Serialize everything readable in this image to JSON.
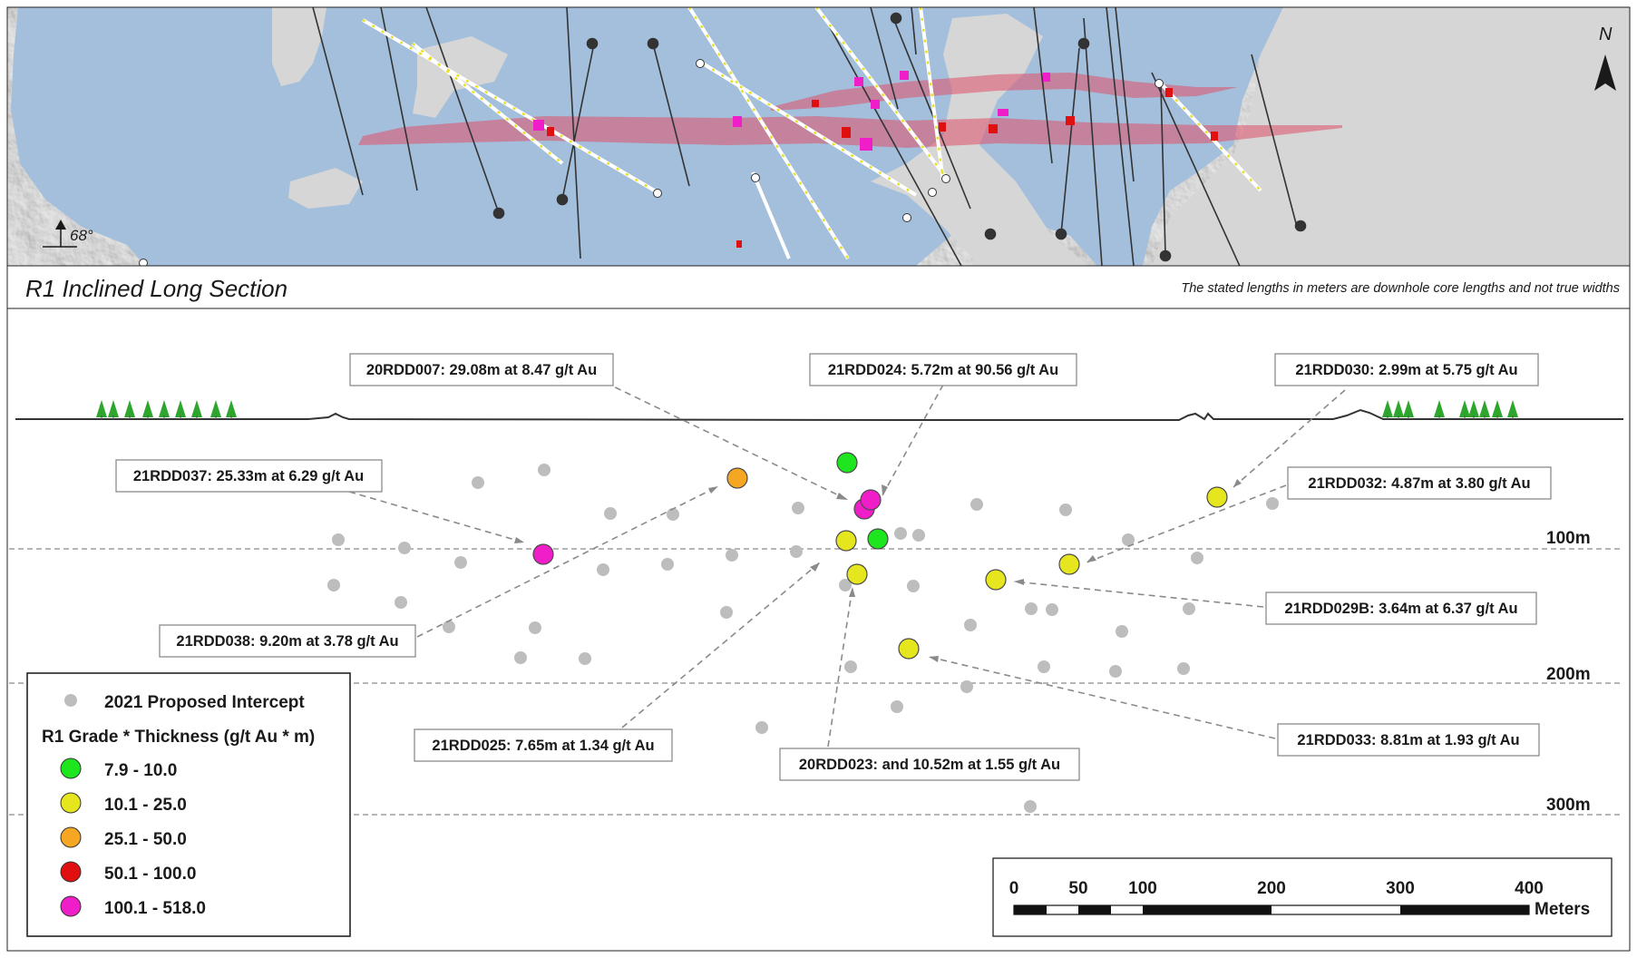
{
  "title": "R1 Inclined Long Section",
  "note": "The stated lengths in meters are downhole core lengths and not true widths",
  "plan_map": {
    "inclination_label": "68°",
    "north_label": "N"
  },
  "depth_levels": [
    {
      "label": "100m",
      "depth_m": 100
    },
    {
      "label": "200m",
      "depth_m": 200
    },
    {
      "label": "300m",
      "depth_m": 300
    }
  ],
  "legend": {
    "proposed_label": "2021 Proposed Intercept",
    "grade_title": "R1 Grade * Thickness (g/t Au * m)",
    "classes": [
      {
        "label": "7.9 - 10.0",
        "color": "#1ee61e"
      },
      {
        "label": "10.1 - 25.0",
        "color": "#e6e61e"
      },
      {
        "label": "25.1 - 50.0",
        "color": "#f5a623"
      },
      {
        "label": "50.1 - 100.0",
        "color": "#e01010"
      },
      {
        "label": "100.1 - 518.0",
        "color": "#f01ec8"
      }
    ]
  },
  "callouts": [
    {
      "text": "20RDD007: 29.08m at 8.47 g/t Au"
    },
    {
      "text": "21RDD024: 5.72m at 90.56 g/t Au"
    },
    {
      "text": "21RDD030: 2.99m at 5.75 g/t Au"
    },
    {
      "text": "21RDD037: 25.33m at 6.29 g/t Au"
    },
    {
      "text": "21RDD032: 4.87m at 3.80 g/t Au"
    },
    {
      "text": "21RDD029B: 3.64m at 6.37 g/t Au"
    },
    {
      "text": "21RDD038: 9.20m at 3.78 g/t Au"
    },
    {
      "text": "21RDD033: 8.81m at 1.93 g/t Au"
    },
    {
      "text": "21RDD025: 7.65m at 1.34 g/t Au"
    },
    {
      "text": "20RDD023: and 10.52m at 1.55 g/t Au"
    }
  ],
  "scale_bar": {
    "ticks": [
      "0",
      "50",
      "100",
      "200",
      "300",
      "400"
    ],
    "unit": "Meters"
  },
  "colors": {
    "water": "#a3bfdc",
    "land": "#d3d3d3",
    "vein": "#e0506a",
    "proposed": "#bdbdbd",
    "tree": "#2ea62e"
  }
}
